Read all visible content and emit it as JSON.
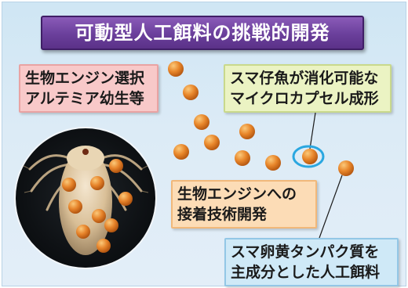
{
  "title": "可動型人工餌料の挑戦的開発",
  "labels": {
    "top_left": {
      "line1": "生物エンジン選択",
      "line2": "アルテミア幼生等"
    },
    "top_right": {
      "line1": "スマ仔魚が消化可能な",
      "line2": "マイクロカプセル成形"
    },
    "middle": {
      "line1": "生物エンジンへの",
      "line2": "接着技術開発"
    },
    "bottom_right": {
      "line1": "スマ卵黄タンパク質を",
      "line2": "主成分とした人工餌料"
    }
  },
  "colors": {
    "title_bg": "#6a3f9b",
    "capsule": "#e8862a",
    "highlight_ring": "#2aa7e0"
  }
}
